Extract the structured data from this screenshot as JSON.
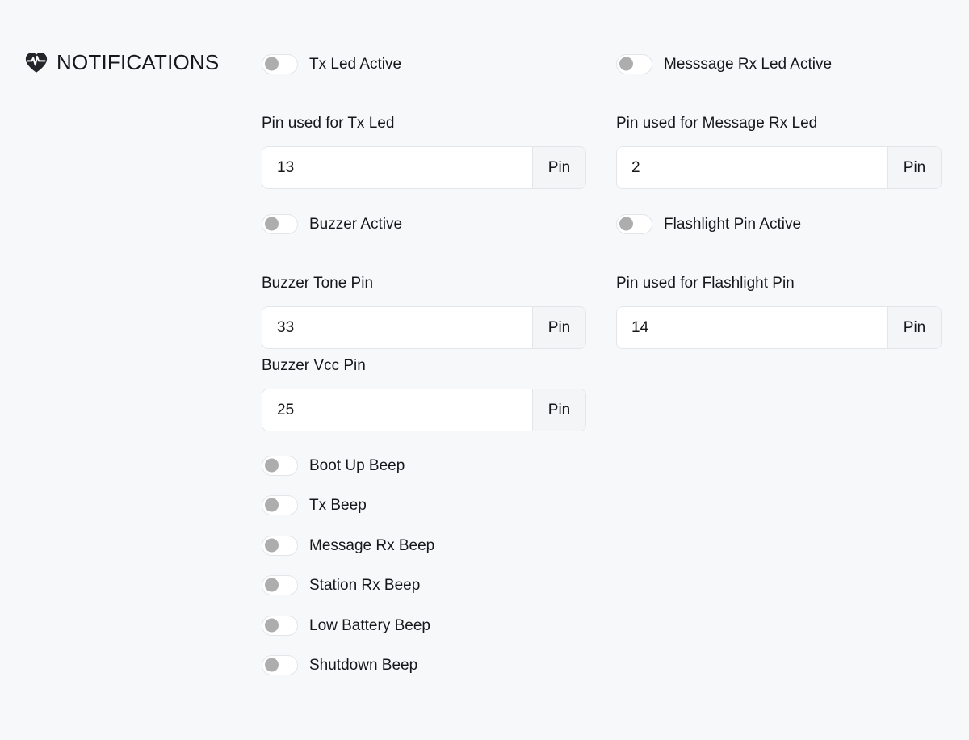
{
  "header": {
    "title": "NOTIFICATIONS",
    "icon": "heartbeat-icon"
  },
  "addon_label": "Pin",
  "left_column": {
    "tx_led_toggle": {
      "label": "Tx Led Active",
      "state": "off"
    },
    "tx_led_pin": {
      "label": "Pin used for Tx Led",
      "value": "13",
      "unit": "Pin"
    },
    "buzzer_toggle": {
      "label": "Buzzer Active",
      "state": "off"
    },
    "buzzer_tone_pin": {
      "label": "Buzzer Tone Pin",
      "value": "33",
      "unit": "Pin"
    },
    "buzzer_vcc_pin": {
      "label": "Buzzer Vcc Pin",
      "value": "25",
      "unit": "Pin"
    },
    "beeps": [
      {
        "label": "Boot Up Beep",
        "state": "off"
      },
      {
        "label": "Tx Beep",
        "state": "off"
      },
      {
        "label": "Message Rx Beep",
        "state": "off"
      },
      {
        "label": "Station Rx Beep",
        "state": "off"
      },
      {
        "label": "Low Battery Beep",
        "state": "off"
      },
      {
        "label": "Shutdown Beep",
        "state": "off"
      }
    ]
  },
  "right_column": {
    "message_rx_led_toggle": {
      "label": "Messsage Rx Led Active",
      "state": "off"
    },
    "message_rx_led_pin": {
      "label": "Pin used for Message Rx Led",
      "value": "2",
      "unit": "Pin"
    },
    "flashlight_toggle": {
      "label": "Flashlight Pin Active",
      "state": "off"
    },
    "flashlight_pin": {
      "label": "Pin used for Flashlight Pin",
      "value": "14",
      "unit": "Pin"
    }
  },
  "colors": {
    "background": "#f7f8fa",
    "text": "#15171a",
    "input_background": "#ffffff",
    "addon_background": "#f4f5f7",
    "border": "#e4e6e9",
    "knob_off": "#adadad"
  }
}
